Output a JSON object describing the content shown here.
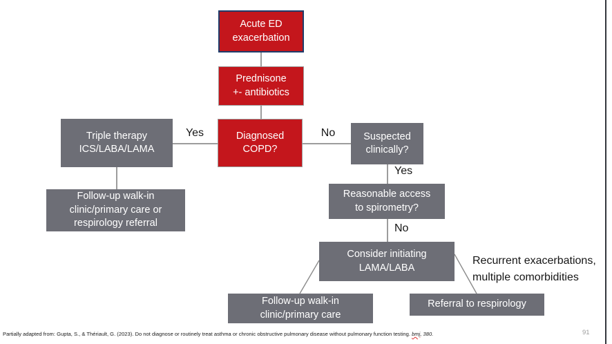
{
  "flowchart": {
    "nodes": {
      "acute": {
        "label": "Acute ED\nexacerbation",
        "color": "#c4161c",
        "border": "#1e3c6b"
      },
      "prednisone": {
        "label": "Prednisone\n+- antibiotics",
        "color": "#c4161c",
        "border": "#9d9d9d"
      },
      "diagnosed": {
        "label": "Diagnosed\nCOPD?",
        "color": "#c4161c",
        "border": "#9d9d9d"
      },
      "triple": {
        "label": "Triple therapy\nICS/LABA/LAMA",
        "color": "#6d6e76"
      },
      "followup_left": {
        "label": "Follow-up walk-in\nclinic/primary care or\nrespirology referral",
        "color": "#6d6e76"
      },
      "suspected": {
        "label": "Suspected\nclinically?",
        "color": "#6d6e76"
      },
      "reasonable": {
        "label": "Reasonable access\nto spirometry?",
        "color": "#6d6e76"
      },
      "consider": {
        "label": "Consider initiating\nLAMA/LABA",
        "color": "#6d6e76"
      },
      "followup_bottom": {
        "label": "Follow-up walk-in\nclinic/primary care",
        "color": "#6d6e76"
      },
      "referral": {
        "label": "Referral to respirology",
        "color": "#6d6e76"
      }
    },
    "edge_labels": {
      "yes_left": "Yes",
      "no_right": "No",
      "yes_down": "Yes",
      "no_down": "No"
    },
    "annotation": "Recurrent exacerbations,\nmultiple comorbidities"
  },
  "footer": {
    "citation_prefix": "Partially adapted from: Gupta, S., & Thériault, G. (2023). Do not diagnose or routinely treat asthma or chronic obstructive pulmonary disease without pulmonary function testing. ",
    "citation_journal": "bmj",
    "citation_suffix": ", 380.",
    "slide_number": "91"
  },
  "colors": {
    "node_red": "#c4161c",
    "node_gray": "#6d6e76",
    "selected_border_navy": "#1e3c6b",
    "box_border_gray": "#9d9d9d",
    "connector_gray": "#9c9c9c",
    "spellcheck_red": "#e03131",
    "slide_edge_dark": "#33363c"
  }
}
